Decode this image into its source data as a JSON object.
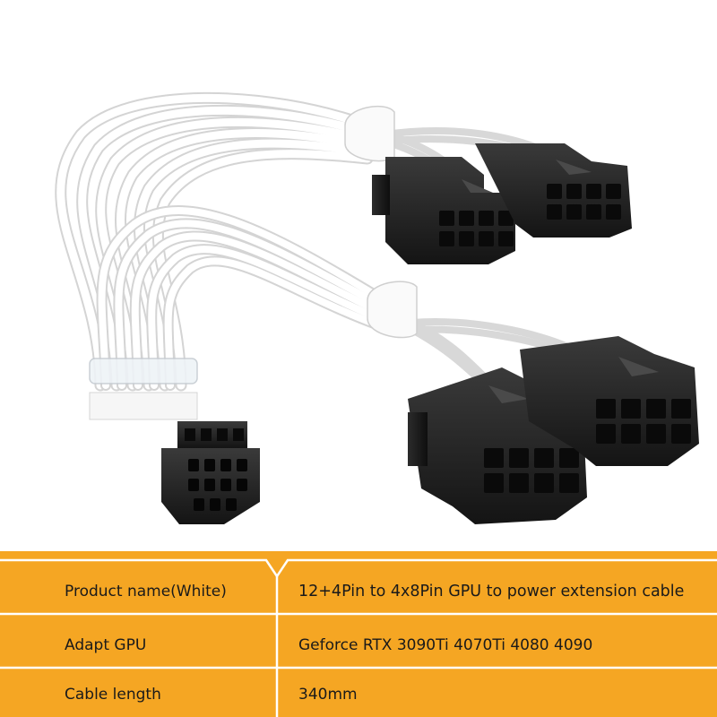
{
  "spec_table": {
    "rows": [
      {
        "label": "Product name(White)",
        "value": "12+4Pin to 4x8Pin GPU to power extension cable"
      },
      {
        "label": "Adapt GPU",
        "value": "Geforce RTX 3090Ti 4070Ti 4080 4090"
      },
      {
        "label": "Cable length",
        "value": "340mm"
      }
    ]
  },
  "colors": {
    "table_background": "#f5a623",
    "table_border": "#ffffff",
    "connector": "#1e1e1e",
    "sleeve": "#ffffff"
  }
}
